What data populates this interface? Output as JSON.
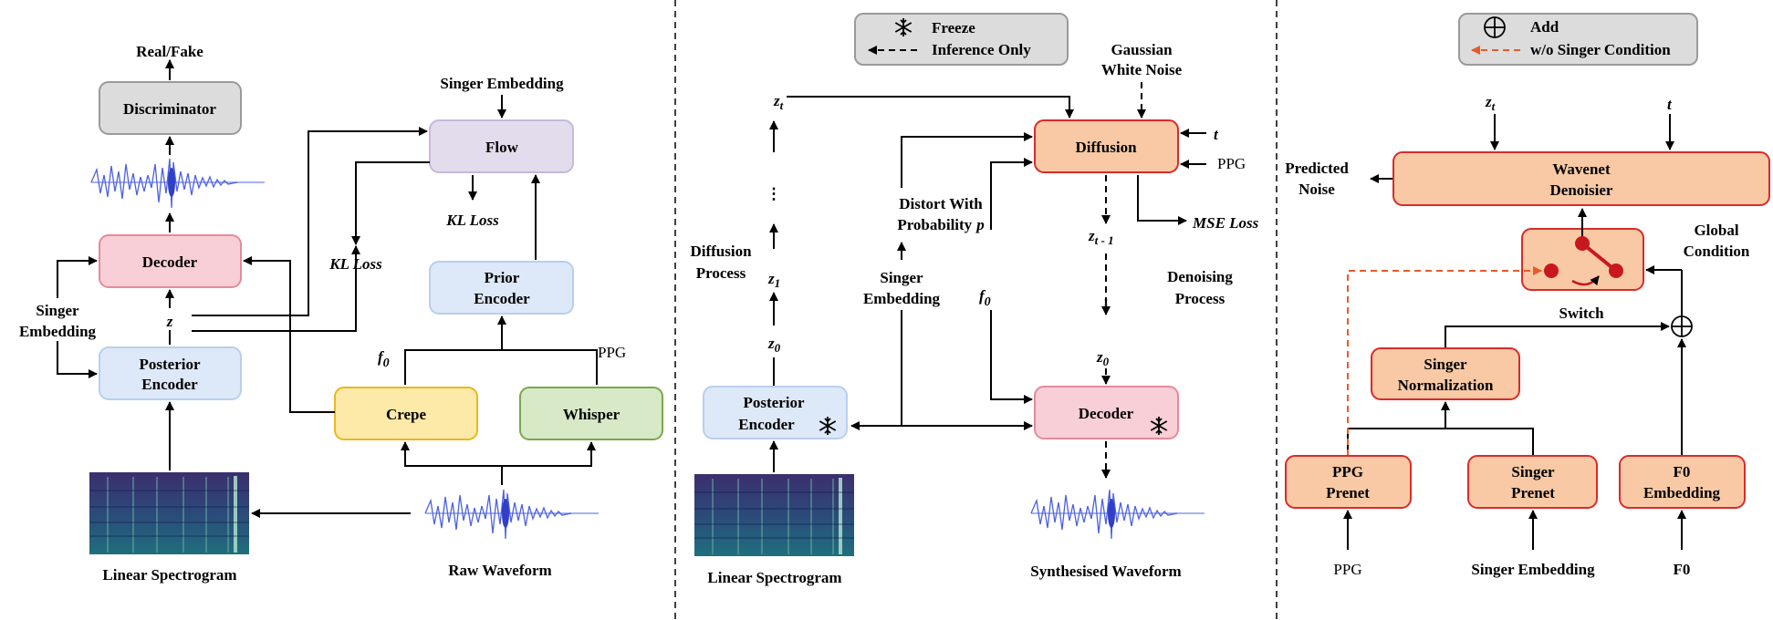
{
  "panel1": {
    "real_fake": "Real/Fake",
    "discriminator": "Discriminator",
    "decoder": "Decoder",
    "singer_embedding_line1": "Singer",
    "singer_embedding_line2": "Embedding",
    "z": "z",
    "posterior_encoder_line1": "Posterior",
    "posterior_encoder_line2": "Encoder",
    "linear_spectrogram": "Linear Spectrogram",
    "flow_singer_embedding": "Singer Embedding",
    "flow": "Flow",
    "kl_loss_1": "KL Loss",
    "kl_loss_2": "KL Loss",
    "prior_encoder_line1": "Prior",
    "prior_encoder_line2": "Encoder",
    "f0": "f",
    "f0_sub": "0",
    "ppg": "PPG",
    "crepe": "Crepe",
    "whisper": "Whisper",
    "raw_waveform": "Raw Waveform"
  },
  "panel2": {
    "legend_freeze": "Freeze",
    "legend_inference": "Inference Only",
    "gaussian_line1": "Gaussian",
    "gaussian_line2": "White Noise",
    "zt": "z",
    "zt_sub": "t",
    "dots": "⋮",
    "diffusion_process_line1": "Diffusion",
    "diffusion_process_line2": "Process",
    "z1": "z",
    "z1_sub": "1",
    "z0_left": "z",
    "z0_left_sub": "0",
    "diffusion": "Diffusion",
    "t": "t",
    "ppg": "PPG",
    "distort_line1": "Distort With",
    "distort_line2": "Probability",
    "p": "p",
    "singer_embedding_line1": "Singer",
    "singer_embedding_line2": "Embedding",
    "f0": "f",
    "f0_sub": "0",
    "ztm1": "z",
    "ztm1_sub": "t - 1",
    "mse_loss": "MSE Loss",
    "denoising_line1": "Denoising",
    "denoising_line2": "Process",
    "z0_right": "z",
    "z0_right_sub": "0",
    "posterior_encoder_line1": "Posterior",
    "posterior_encoder_line2": "Encoder",
    "decoder": "Decoder",
    "linear_spectrogram": "Linear Spectrogram",
    "synthesised_waveform": "Synthesised Waveform"
  },
  "panel3": {
    "legend_add": "Add",
    "legend_wo": "w/o Singer Condition",
    "zt": "z",
    "zt_sub": "t",
    "t": "t",
    "predicted_noise_line1": "Predicted",
    "predicted_noise_line2": "Noise",
    "wavenet_line1": "Wavenet",
    "wavenet_line2": "Denoisier",
    "global_condition_line1": "Global",
    "global_condition_line2": "Condition",
    "switch": "Switch",
    "singer_norm_line1": "Singer",
    "singer_norm_line2": "Normalization",
    "ppg_prenet_line1": "PPG",
    "ppg_prenet_line2": "Prenet",
    "singer_prenet_line1": "Singer",
    "singer_prenet_line2": "Prenet",
    "f0_embedding_line1": "F0",
    "f0_embedding_line2": "Embedding",
    "ppg": "PPG",
    "singer_embedding": "Singer Embedding",
    "f0": "F0"
  },
  "colors": {
    "gray_fill": "#dcdcdc",
    "gray_stroke": "#9a9a9a",
    "pink_fill": "#f8cfd6",
    "pink_stroke": "#e58a9a",
    "blue_fill": "#dde8f8",
    "blue_stroke": "#b9cfee",
    "purple_fill": "#e3dcec",
    "purple_stroke": "#c6b8da",
    "yellow_fill": "#fde9a8",
    "yellow_stroke": "#e8b820",
    "green_fill": "#d7e9c6",
    "green_stroke": "#79a84f",
    "orange_fill": "#f8c9a4",
    "orange_stroke": "#d92b2b",
    "red_accent": "#c8171d",
    "dashed_orange": "#e85a2a",
    "waveform": "#4d61e0",
    "spectrogram": "#2b2d6b"
  }
}
